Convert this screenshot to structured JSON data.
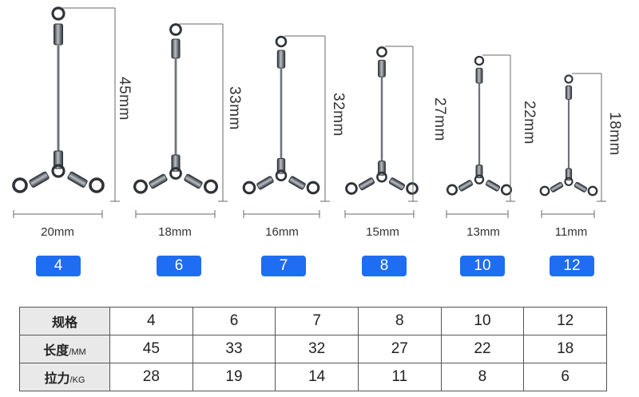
{
  "colors": {
    "badge": "#1e6df2",
    "dimension_line": "#6a6a6a",
    "metal_dark": "#2e3338",
    "metal_light": "#b9bfc6"
  },
  "products": [
    {
      "size": "4",
      "length": "45mm",
      "width": "20mm"
    },
    {
      "size": "6",
      "length": "33mm",
      "width": "18mm"
    },
    {
      "size": "7",
      "length": "32mm",
      "width": "16mm"
    },
    {
      "size": "8",
      "length": "27mm",
      "width": "15mm"
    },
    {
      "size": "10",
      "length": "22mm",
      "width": "13mm"
    },
    {
      "size": "12",
      "length": "18mm",
      "width": "11mm"
    }
  ],
  "table": {
    "rows": [
      {
        "label": "规格",
        "unit": "",
        "values": [
          "4",
          "6",
          "7",
          "8",
          "10",
          "12"
        ]
      },
      {
        "label": "长度",
        "unit": "/MM",
        "values": [
          "45",
          "33",
          "32",
          "27",
          "22",
          "18"
        ]
      },
      {
        "label": "拉力",
        "unit": "/KG",
        "values": [
          "28",
          "19",
          "14",
          "11",
          "8",
          "6"
        ]
      }
    ]
  }
}
